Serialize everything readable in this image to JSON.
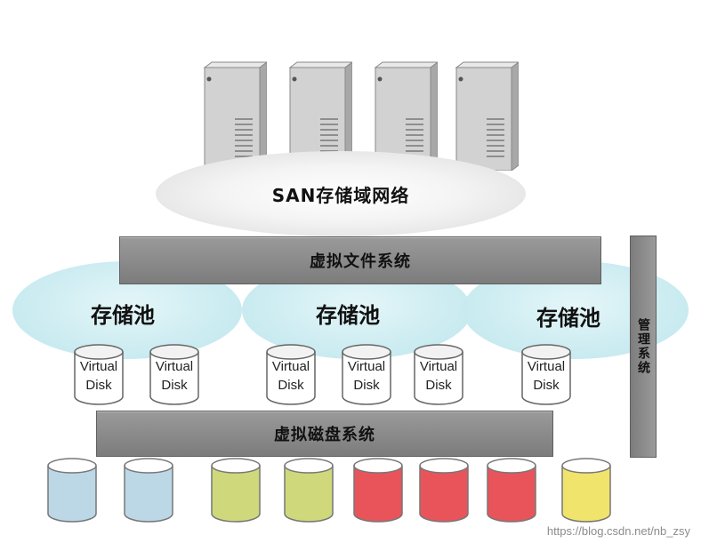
{
  "diagram": {
    "san_label": "SAN存储域网络",
    "vfs_label": "虚拟文件系统",
    "vdisk_system_label": "虚拟磁盘系统",
    "management_label": "管理系统",
    "pools": [
      {
        "label": "存储池"
      },
      {
        "label": "存储池"
      },
      {
        "label": "存储池"
      }
    ],
    "virtual_disks": [
      {
        "line1": "Virtual",
        "line2": "Disk"
      },
      {
        "line1": "Virtual",
        "line2": "Disk"
      },
      {
        "line1": "Virtual",
        "line2": "Disk"
      },
      {
        "line1": "Virtual",
        "line2": "Disk"
      },
      {
        "line1": "Virtual",
        "line2": "Disk"
      },
      {
        "line1": "Virtual",
        "line2": "Disk"
      }
    ],
    "physical_disks": [
      {
        "color": "#bcd8e6"
      },
      {
        "color": "#bcd8e6"
      },
      {
        "color": "#cfd87a"
      },
      {
        "color": "#cfd87a"
      },
      {
        "color": "#e9545a"
      },
      {
        "color": "#e9545a"
      },
      {
        "color": "#e9545a"
      },
      {
        "color": "#f1e46c"
      }
    ]
  },
  "watermark": "https://blog.csdn.net/nb_zsy"
}
